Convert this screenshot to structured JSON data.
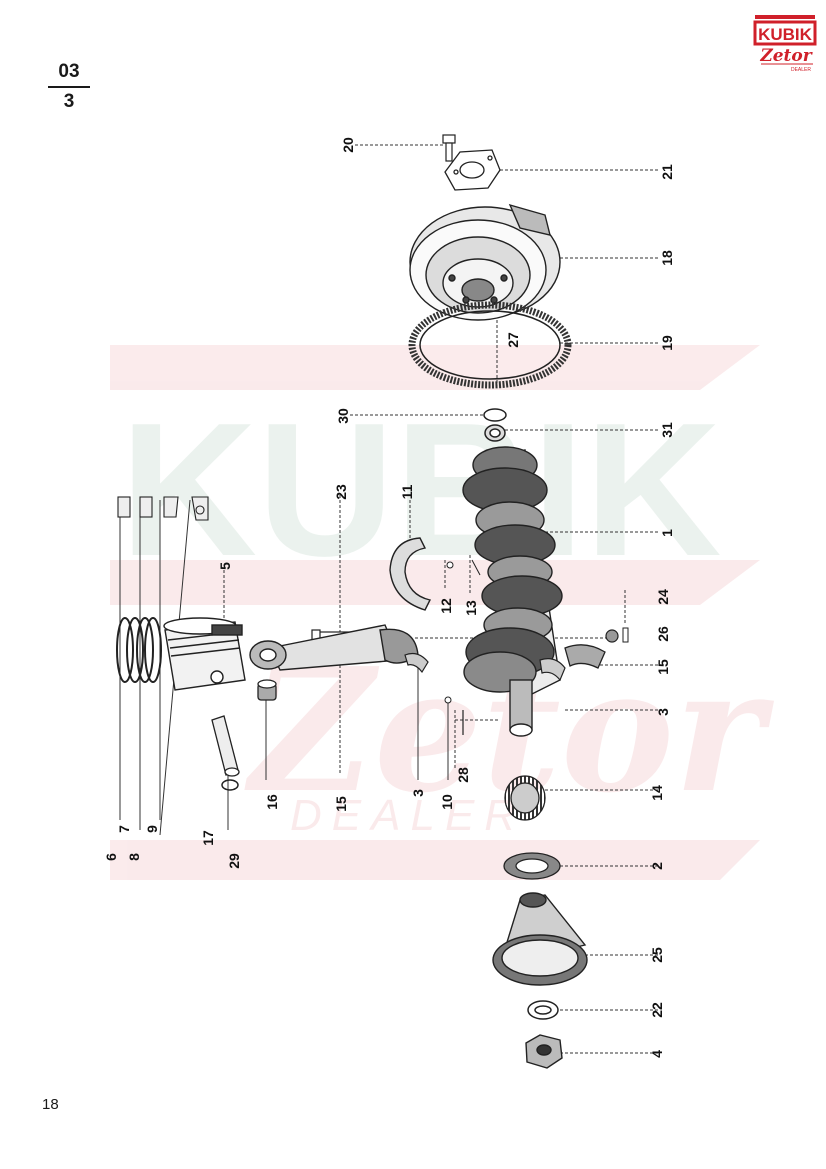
{
  "section": {
    "major": "03",
    "minor": "3"
  },
  "page_number": "18",
  "brand": {
    "logo_text": "KUBIK",
    "script_text": "Zetor",
    "dealer_text": "DEALER",
    "color": "#d0202a"
  },
  "watermark": {
    "text": "KUBIK",
    "script_text": "Zetor",
    "dealer_text": "DEALER"
  },
  "callouts": {
    "c20": "20",
    "c21": "21",
    "c18": "18",
    "c19": "19",
    "c27": "27",
    "c30": "30",
    "c31": "31",
    "c23": "23",
    "c11": "11",
    "c1": "1",
    "c5": "5",
    "c12": "12",
    "c13": "13",
    "c24": "24",
    "c26": "26",
    "c15a": "15",
    "c15b": "15",
    "c3a": "3",
    "c3b": "3",
    "c10": "10",
    "c28": "28",
    "c16": "16",
    "c14": "14",
    "c6": "6",
    "c7": "7",
    "c8": "8",
    "c9": "9",
    "c17": "17",
    "c29": "29",
    "c2": "2",
    "c25": "25",
    "c22": "22",
    "c4": "4"
  }
}
